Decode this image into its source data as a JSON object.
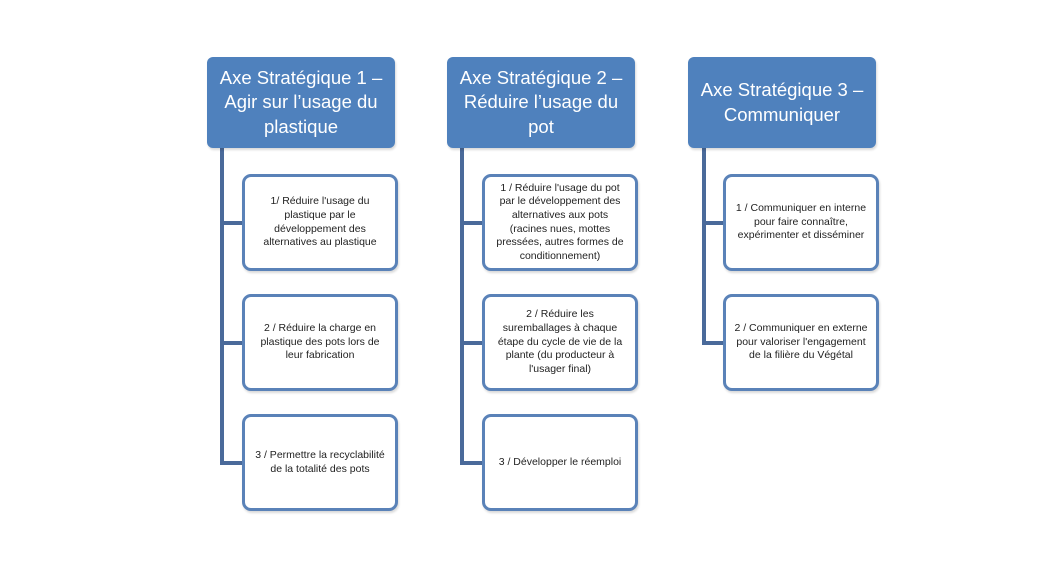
{
  "axes": [
    {
      "title": "Axe Stratégique 1 – Agir sur l’usage du plastique",
      "items": [
        "1/ Réduire l'usage du plastique par le développement des alternatives au plastique",
        "2 / Réduire la charge en plastique des pots lors de leur fabrication",
        "3 / Permettre la recyclabilité de la totalité des pots"
      ]
    },
    {
      "title": "Axe Stratégique 2 – Réduire l’usage du pot",
      "items": [
        "1 / Réduire l'usage du pot par le développement des alternatives aux pots (racines nues, mottes pressées, autres formes de conditionnement)",
        "2 / Réduire les suremballages à chaque étape du cycle de vie de la plante (du producteur à l'usager final)",
        "3 / Développer le réemploi"
      ]
    },
    {
      "title": "Axe Stratégique 3 – Communiquer",
      "items": [
        "1 / Communiquer en interne pour faire connaître, expérimenter et disséminer",
        "2 / Communiquer en externe pour valoriser l'engagement de la filière du Végétal"
      ]
    }
  ]
}
